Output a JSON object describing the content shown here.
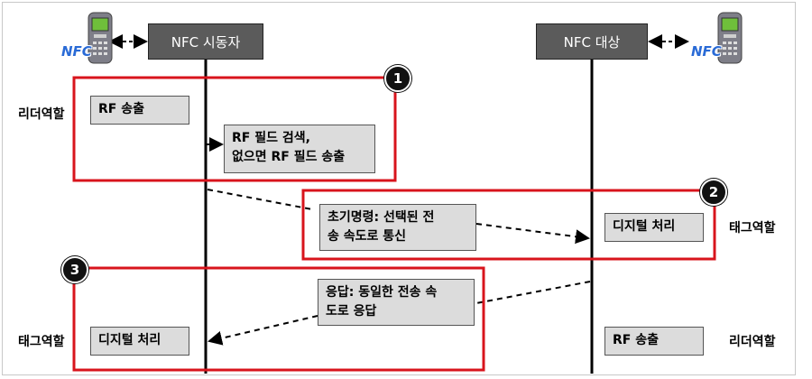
{
  "lifelines": {
    "initiator": "NFC 시동자",
    "target": "NFC 대상"
  },
  "phone_logo": "NFC",
  "steps": {
    "rf_emit_left": "RF 송출",
    "rf_search": [
      "RF 필드 검색,",
      "없으면 RF 필드 송출"
    ],
    "init_cmd": [
      "초기명령: 선택된 전",
      "송 속도로 통신"
    ],
    "digital_proc_right": "디지털 처리",
    "response": [
      "응답: 동일한 전송 속",
      "도로 응답"
    ],
    "digital_proc_left": "디지털 처리",
    "rf_emit_right": "RF 송출"
  },
  "roles": {
    "reader_left": "리더역할",
    "tag_right": "태그역할",
    "tag_left": "태그역할",
    "reader_right": "리더역할"
  },
  "badges": [
    "1",
    "2",
    "3"
  ],
  "colors": {
    "highlight_red": "#d8141c",
    "lifeline_box": "#5b5b5b",
    "step_box": "#dcdcdc"
  }
}
